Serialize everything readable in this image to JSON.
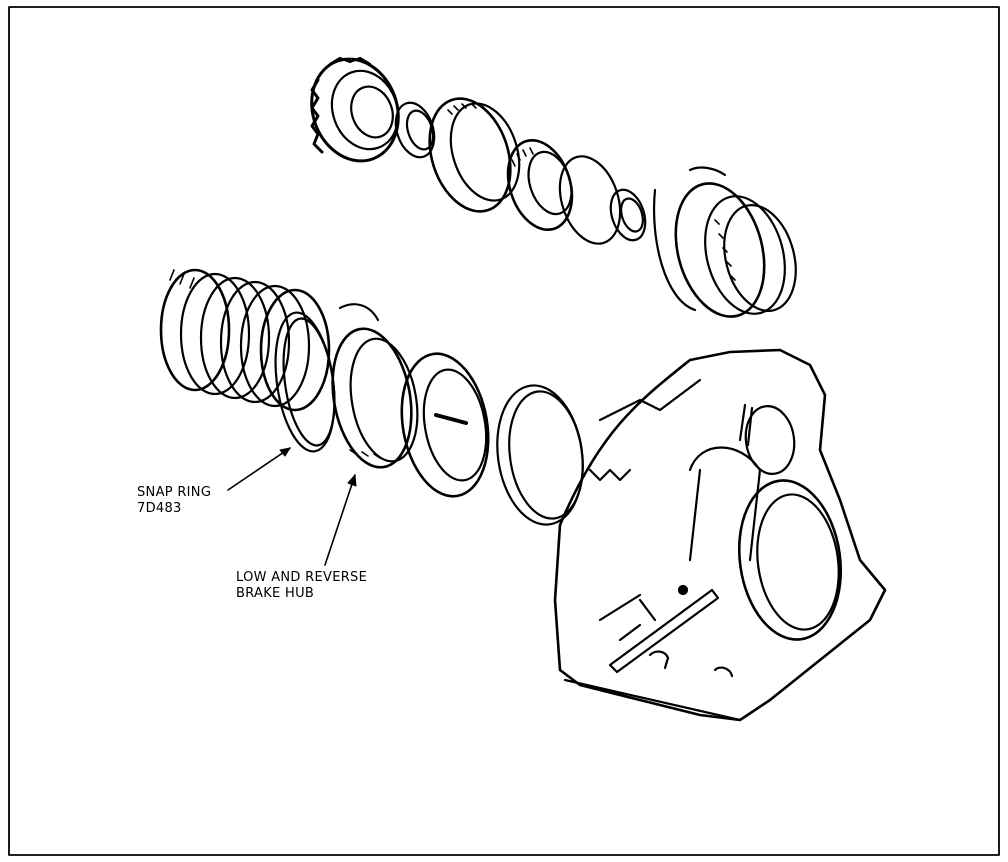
{
  "labels": {
    "snap_ring": {
      "name": "SNAP RING",
      "part": "7D483"
    },
    "brake_hub": {
      "line1": "LOW AND REVERSE",
      "line2": "BRAKE HUB"
    }
  },
  "colors": {
    "ink": "#000000",
    "paper": "#ffffff"
  }
}
